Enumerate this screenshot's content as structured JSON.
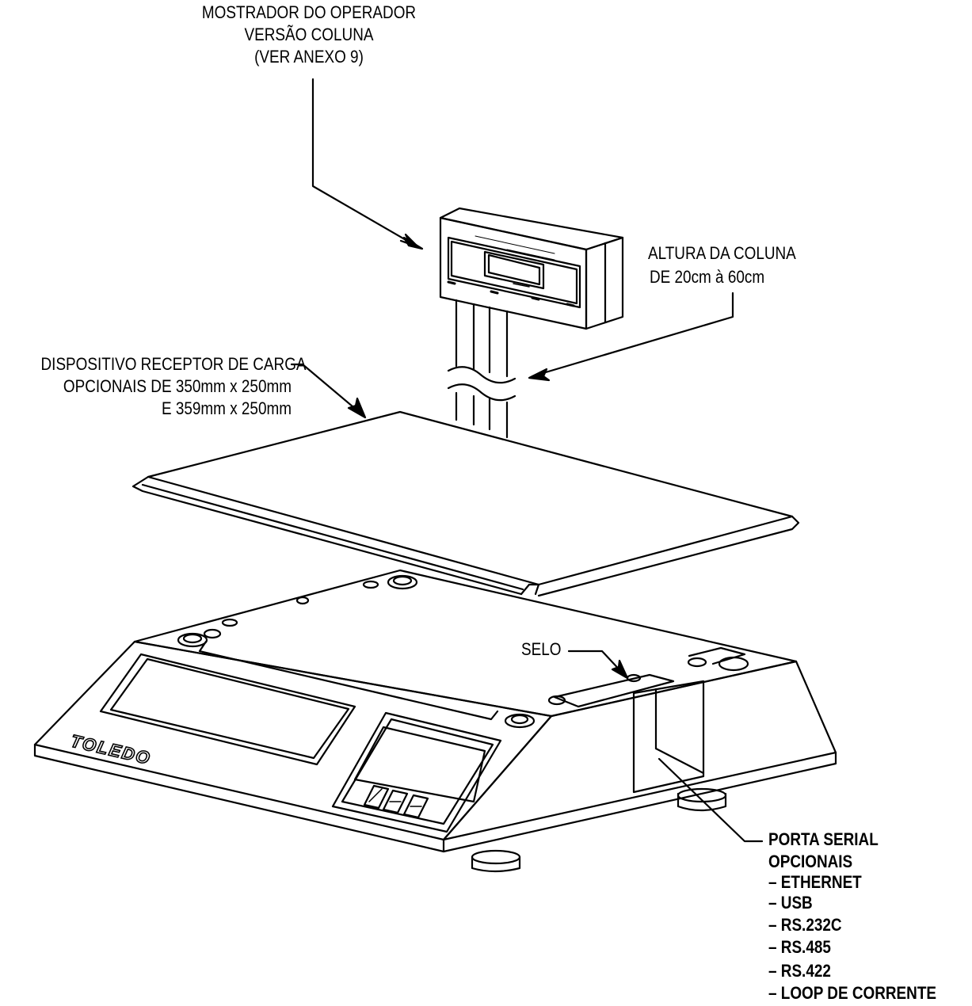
{
  "labels": {
    "display": {
      "line1": "MOSTRADOR DO OPERADOR",
      "line2": "VERSÃO COLUNA",
      "line3": "(VER ANEXO 9)"
    },
    "column_height": {
      "line1": "ALTURA DA COLUNA",
      "line2": "DE 20cm à 60cm"
    },
    "platter": {
      "line1": "DISPOSITIVO RECEPTOR DE CARGA",
      "line2": "OPCIONAIS DE 350mm x 250mm",
      "line3": "E 359mm x 250mm"
    },
    "seal": "SELO",
    "serial": {
      "line1": "PORTA SERIAL",
      "line2": "OPCIONAIS",
      "options": [
        "– ETHERNET",
        "– USB",
        "– RS.232C",
        "– RS.485",
        "– RS.422",
        "– LOOP DE CORRENTE"
      ]
    }
  },
  "brand": "TOLEDO"
}
